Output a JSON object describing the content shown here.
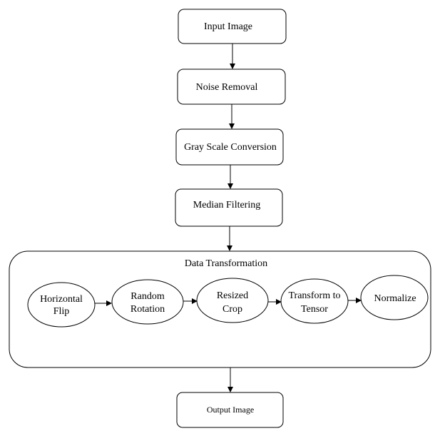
{
  "diagram": {
    "steps": {
      "input_image": "Input Image",
      "noise_removal": "Noise Removal",
      "gray_scale_conversion": "Gray Scale Conversion",
      "median_filtering": "Median Filtering",
      "output_image": "Output Image"
    },
    "data_transformation": {
      "title": "Data Transformation",
      "operations": [
        {
          "line1": "Horizontal",
          "line2": "Flip"
        },
        {
          "line1": "Random",
          "line2": "Rotation"
        },
        {
          "line1": "Resized",
          "line2": "Crop"
        },
        {
          "line1": "Transform to",
          "line2": "Tensor"
        },
        {
          "line1": "Normalize",
          "line2": ""
        }
      ]
    },
    "colors": {
      "stroke": "#000000",
      "background": "#ffffff"
    }
  }
}
